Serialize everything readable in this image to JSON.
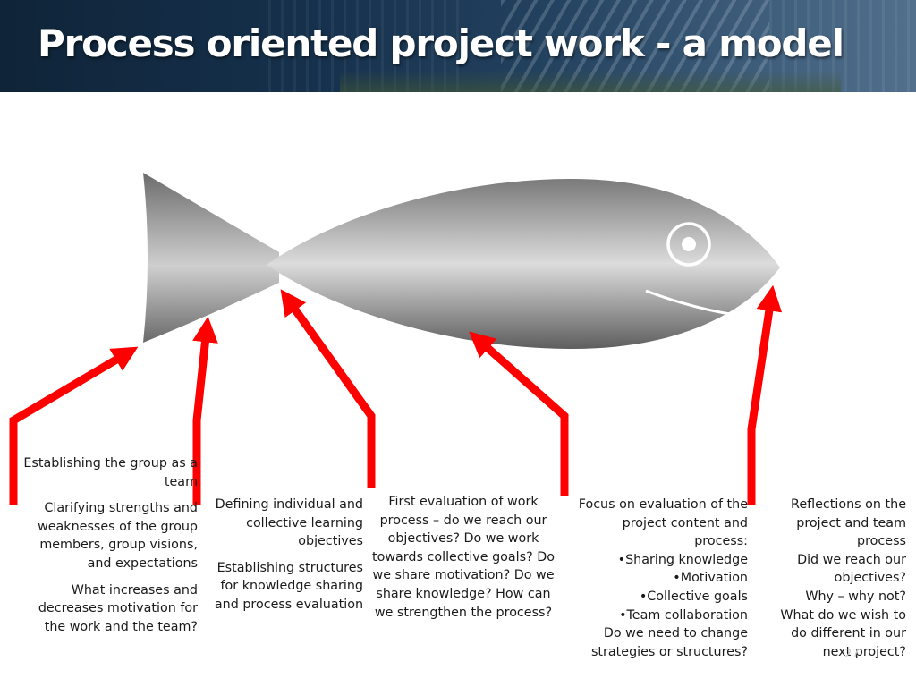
{
  "slide": {
    "title": "Process oriented project work - a model",
    "page_number": "27"
  },
  "labels": [
    {
      "id": "group-establishment",
      "lines": [
        "Establishing the group as a team",
        "Clarifying strengths and weaknesses of the group members, group visions, and expectations",
        "What increases and decreases motivation for the work and the team?"
      ]
    },
    {
      "id": "learning-objectives",
      "lines": [
        "Defining individual and collective learning objectives",
        "Establishing structures for knowledge sharing and process evaluation"
      ]
    },
    {
      "id": "first-evaluation",
      "lines": [
        "First evaluation of work process – do we reach our objectives? Do we work towards collective goals? Do we share motivation? Do we share knowledge? How can we strengthen the process?"
      ]
    },
    {
      "id": "focus-evaluation",
      "lines": [
        "Focus on evaluation of the project content and process:",
        "•Sharing knowledge",
        "•Motivation",
        "•Collective goals",
        "•Team collaboration",
        "Do we need to change strategies or structures?"
      ]
    },
    {
      "id": "reflections",
      "lines": [
        "Reflections on the project and team process",
        "Did we reach our objectives?",
        "Why – why not?",
        "What do we wish to do different in our next project?"
      ]
    }
  ],
  "colors": {
    "arrow": "#ff0000",
    "fish_light": "#dcdcdc",
    "fish_dark": "#5e5e5e",
    "title_text": "#ffffff",
    "header_bg": "#16314d"
  }
}
